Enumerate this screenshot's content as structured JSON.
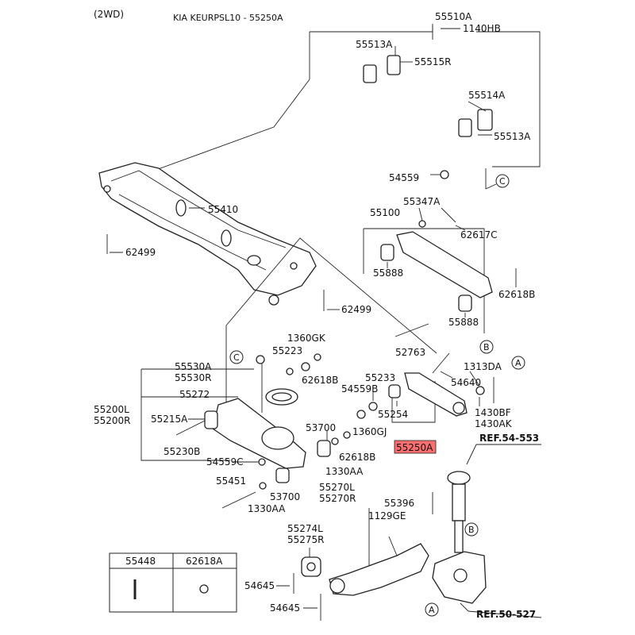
{
  "header": {
    "drive": "(2WD)",
    "model_ref": "KIA KEURPSL10 - 55250A"
  },
  "highlight": {
    "label": "55250A",
    "color": "#ff6f6f"
  },
  "labels": {
    "l55510A": "55510A",
    "l1140HB": "1140HB",
    "l55513A_1": "55513A",
    "l55515R": "55515R",
    "l55514A": "55514A",
    "l55513A_2": "55513A",
    "l54559": "54559",
    "l55410": "55410",
    "l62499_1": "62499",
    "l62499_2": "62499",
    "l55100": "55100",
    "l55347A": "55347A",
    "l62617C": "62617C",
    "l55888_1": "55888",
    "l55888_2": "55888",
    "l62618B_1": "62618B",
    "l52763": "52763",
    "l1360GK": "1360GK",
    "l55223": "55223",
    "l55530A": "55530A",
    "l55530R": "55530R",
    "l62618B_2": "62618B",
    "l55272": "55272",
    "l55233": "55233",
    "l54559B": "54559B",
    "l54640": "54640",
    "l1313DA": "1313DA",
    "l55200L": "55200L",
    "l55200R": "55200R",
    "l55215A": "55215A",
    "l55254": "55254",
    "l1430BF": "1430BF",
    "l1430AK": "1430AK",
    "l53700_1": "53700",
    "l1360GJ": "1360GJ",
    "l55230B": "55230B",
    "l62618B_3": "62618B",
    "l54559C": "54559C",
    "l1330AA_1": "1330AA",
    "l55451": "55451",
    "l53700_2": "53700",
    "l1330AA_2": "1330AA",
    "l55270L": "55270L",
    "l55270R": "55270R",
    "l55396": "55396",
    "l1129GE": "1129GE",
    "l55274L": "55274L",
    "l55275R": "55275R",
    "l54645_1": "54645",
    "l54645_2": "54645"
  },
  "refs": {
    "ref1": "REF.54-553",
    "ref2": "REF.50-527"
  },
  "callouts": {
    "c1": "C",
    "c2": "C",
    "b1": "B",
    "b2": "B",
    "a1": "A",
    "a2": "A"
  },
  "legend_table": {
    "col1": "55448",
    "col2": "62618A"
  }
}
